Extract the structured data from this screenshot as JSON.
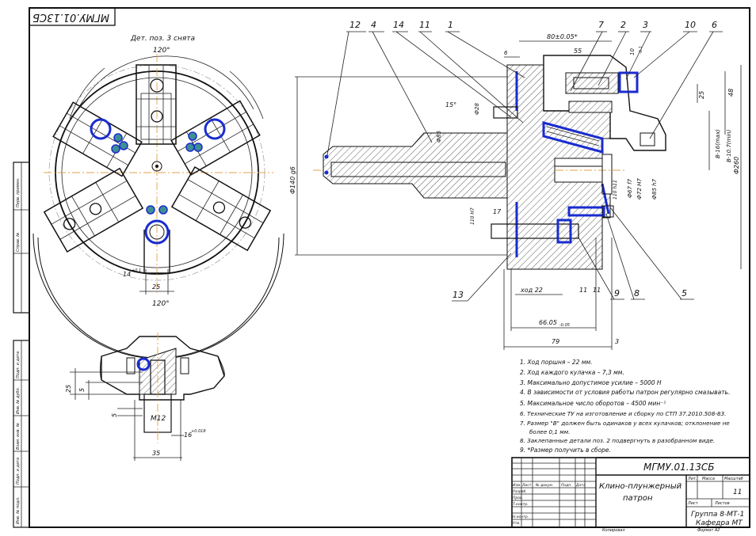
{
  "top_stamp": "МГМУ.01.13СБ",
  "view_label": "Дет. поз. 3 снята",
  "angles": {
    "top": "120°",
    "bottom": "120°"
  },
  "front_dims": {
    "slot_width": "14",
    "slot_tol": "+0.1",
    "width_25": "25"
  },
  "section_dims": {
    "h25": "25",
    "h5": "5",
    "h5b": "5",
    "thread": "M12",
    "d16": "16",
    "d16_tol": "+0.018",
    "w35": "35"
  },
  "callouts": [
    "12",
    "4",
    "14",
    "11",
    "1",
    "7",
    "2",
    "3",
    "10",
    "6",
    "13",
    "9",
    "8",
    "5"
  ],
  "main_dims": {
    "d80": "80±0.05*",
    "d6": "6",
    "d55": "55",
    "d10": "10",
    "d10tol": "-0.1",
    "d25": "25",
    "d48": "48",
    "b16": "B-16(max)",
    "b10": "B-10.7(min)",
    "phi260": "Ф260",
    "phi140": "Ф140 g6",
    "phi28": "Ф28",
    "phi85": "Ф85",
    "a15": "15°",
    "phi67": "Ф67 f7",
    "phi72": "Ф72 H7",
    "phi85b": "Ф85 h7",
    "s110": "110 h11",
    "s17": "17",
    "s110b": "110 H7",
    "hod22": "ход 22",
    "d11a": "11",
    "d11b": "11",
    "d66": "66.05",
    "d66tol": "-0.05",
    "d79": "79",
    "d3": "3"
  },
  "notes": [
    "1. Ход поршня – 22 мм.",
    "2. Ход каждого кулачка – 7,3 мм.",
    "3. Максимально допустимое усилие – 5000 Н",
    "4. В зависимости от условия работы патрон регулярно смазывать.",
    "5. Максимальное число оборотов – 4500 мин⁻¹",
    "6. Технические ТУ на изготовление и сборку по СТП 37.2010.508-83.",
    "7. Размер \"B\" должен быть одинаков у всех кулачков; отклонение не",
    "более 0,1 мм.",
    "8. Заклепанные детали поз. 2 подвергнуть в разобранном виде.",
    "9. *Размер получить в сборе."
  ],
  "title_block": {
    "doc_code": "МГМУ.01.13СБ",
    "name_line1": "Клино-плунжерный",
    "name_line2": "патрон",
    "sheet_num": "11",
    "group_line1": "Группа 8-МТ-1",
    "group_line2": "Кафедра МТ",
    "col_lit": "Лит.",
    "col_mass": "Масса",
    "col_scale": "Масштаб",
    "col_sheet": "Лист",
    "col_sheets": "Листов",
    "left_rows": [
      "Изм. Лист",
      "Разраб.",
      "Пров.",
      "Т.контр.",
      "Н.контр.",
      "Утв."
    ],
    "sign_cols": [
      "№ докум.",
      "Подп.",
      "Дата"
    ],
    "bottom_caption": "Копировал",
    "format": "Формат  А2"
  },
  "left_strip": [
    "Перв. примен.",
    "Справ. №",
    "Подп. и дата",
    "Инв. № дубл.",
    "Взам. инв. №",
    "Подп. и дата",
    "Инв. № подл."
  ]
}
